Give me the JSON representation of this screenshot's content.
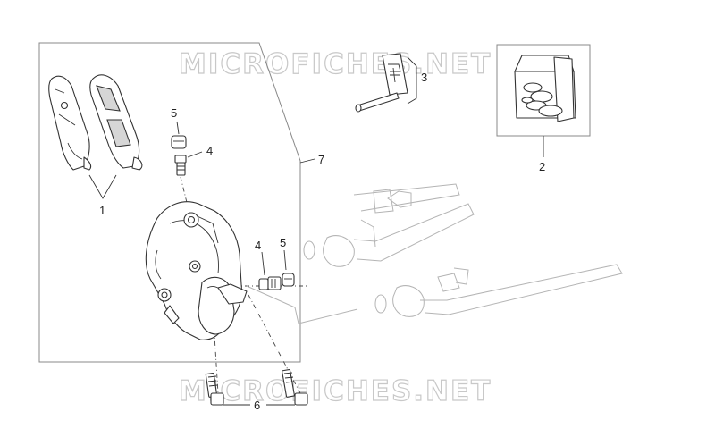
{
  "watermark": {
    "top": "MICROFICHES.NET",
    "bottom": "MICROFICHES.NET"
  },
  "callouts": {
    "brake_pads": "1",
    "seal_kit": "2",
    "pad_pin_kit": "3",
    "bleed_valve_upper": "4",
    "bleed_cap_upper": "5",
    "bleed_valve_side": "4",
    "bleed_cap_side": "5",
    "mounting_bolts": "6",
    "caliper_assembly": "7"
  },
  "colors": {
    "line": "#333333",
    "ghost": "#b4b4b4",
    "watermark": "#c8c8c8"
  }
}
